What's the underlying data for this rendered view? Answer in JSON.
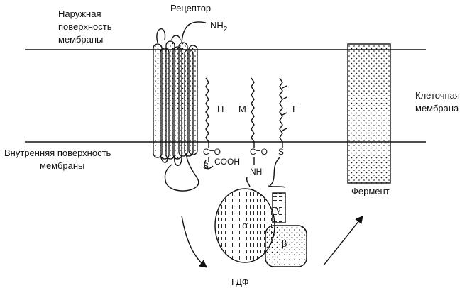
{
  "labels": {
    "outer_surface": [
      "Наружная",
      "поверхность",
      "мембраны"
    ],
    "receptor": "Рецептор",
    "nh2": "NH",
    "nh2_sub": "2",
    "cell_membrane": [
      "Клеточная",
      "мембрана"
    ],
    "inner_surface": [
      "Внутренняя поверхность",
      "мембраны"
    ],
    "enzyme": "Фермент",
    "gdp": "ГДФ",
    "lipid_p": "П",
    "lipid_m": "М",
    "lipid_g": "Г",
    "co_left": "C=O",
    "co_mid": "C=O",
    "s_left": "S",
    "s_right": "S",
    "cooh": "COOH",
    "nh": "NH",
    "alpha": "α",
    "beta": "β",
    "gamma": "γ"
  },
  "colors": {
    "ink": "#111111",
    "background": "#ffffff"
  }
}
